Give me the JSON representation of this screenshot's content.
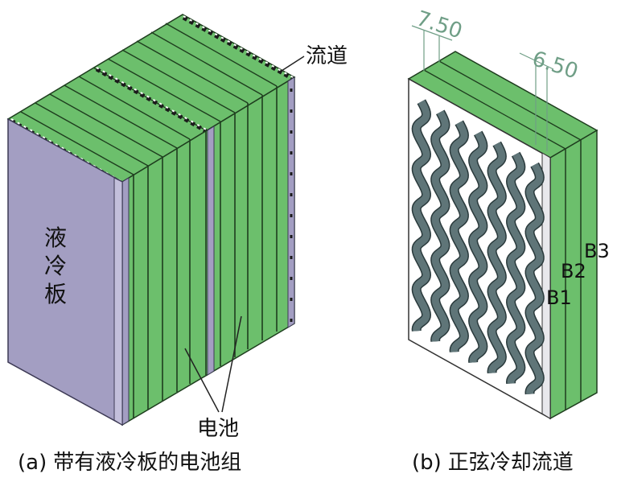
{
  "figure_a": {
    "label_channel": "流道",
    "label_plate": "液冷板",
    "label_battery": "电池",
    "caption_prefix": "(a)",
    "caption_text": "带有液冷板的电池组"
  },
  "figure_b": {
    "dim_left": "7.50",
    "dim_right": "6.50",
    "cell_labels": [
      "B1",
      "B2",
      "B3"
    ],
    "caption_prefix": "(b)",
    "caption_text": "正弦冷却流道"
  },
  "colors": {
    "cell_green": "#6cbf6c",
    "cell_green_dark": "#4f9c55",
    "plate_purple": "#a39ec2",
    "plate_edge": "#c3bfdb",
    "channel_slate": "#5f7578",
    "dimension": "#6f9e86"
  }
}
